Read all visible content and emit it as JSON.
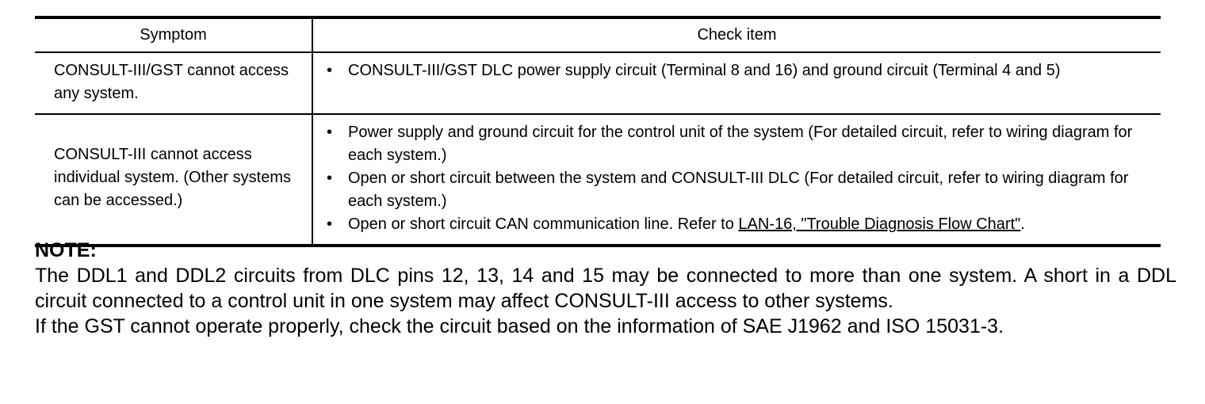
{
  "table": {
    "headers": {
      "symptom": "Symptom",
      "check_item": "Check item"
    },
    "rows": [
      {
        "symptom": "CONSULT-III/GST cannot access any system.",
        "bullet_char": "•",
        "items": [
          {
            "text": "CONSULT-III/GST DLC power supply circuit (Terminal 8 and 16) and ground circuit (Terminal 4 and 5)"
          }
        ]
      },
      {
        "symptom": "CONSULT-III cannot access individual system. (Other systems can be accessed.)",
        "bullet_char": "•",
        "items": [
          {
            "text": "Power supply and ground circuit for the control unit of the system (For detailed circuit, refer to wiring diagram for each system.)"
          },
          {
            "text": "Open or short circuit between the system and CONSULT-III DLC (For detailed circuit, refer to wiring diagram for each system.)"
          },
          {
            "text_before": "Open or short circuit CAN communication line. Refer to ",
            "link": "LAN-16, \"Trouble Diagnosis Flow Chart\"",
            "text_after": "."
          }
        ]
      }
    ]
  },
  "note": {
    "title": "NOTE:",
    "paragraph_1": "The DDL1 and DDL2 circuits from DLC pins 12, 13, 14 and 15 may be connected to more than one system. A short in a DDL circuit connected to a control unit in one system may affect CONSULT-III access to other systems.",
    "paragraph_2": "If the GST cannot operate properly, check the circuit based on the information of SAE J1962 and ISO 15031-3."
  },
  "colors": {
    "text": "#000000",
    "background": "#ffffff",
    "rule": "#000000"
  }
}
